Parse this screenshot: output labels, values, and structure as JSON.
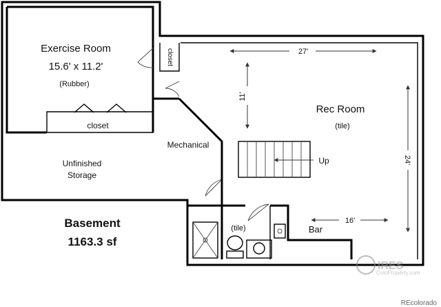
{
  "title": "Basement",
  "area": "1163.3 sf",
  "rooms": {
    "exercise": {
      "name": "Exercise Room",
      "size": "15.6' x 11.2'",
      "note": "(Rubber)"
    },
    "rec": {
      "name": "Rec Room",
      "note": "(tile)"
    },
    "storage": {
      "line1": "Unfinished",
      "line2": "Storage"
    },
    "mechanical": "Mechanical",
    "closet_lower": "closet",
    "closet_upper": "closet",
    "bath_note": "(tile)",
    "bar": "Bar",
    "stairs": "Up"
  },
  "dimensions": {
    "rec_width": "27'",
    "rec_depth": "11'",
    "rec_length": "24'",
    "bar_length": "16'"
  },
  "watermark": {
    "logo": "IRES",
    "site": "ColoProperty.com",
    "credit": "REcolorado"
  }
}
